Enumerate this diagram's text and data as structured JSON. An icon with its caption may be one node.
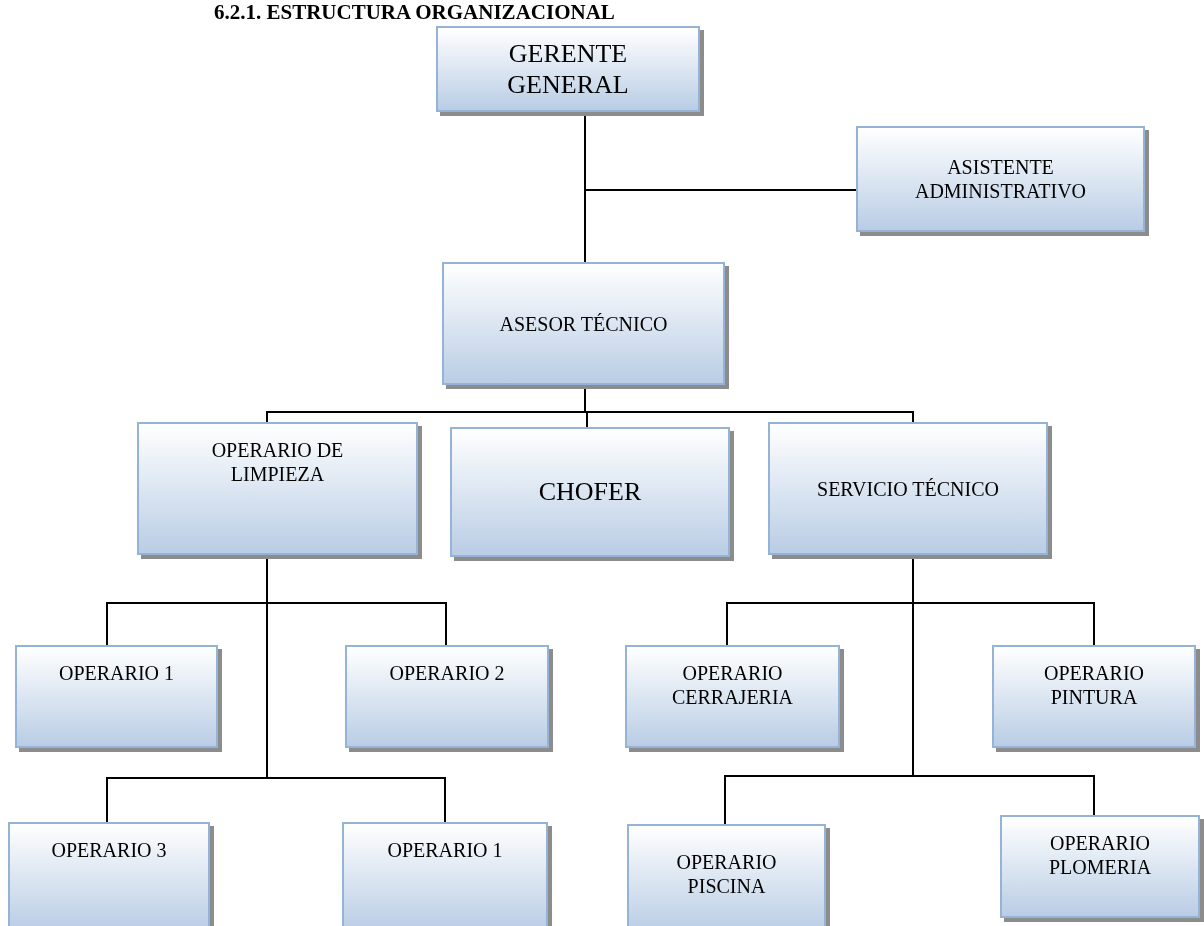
{
  "diagram": {
    "title": "6.2.1. ESTRUCTURA ORGANIZACIONAL",
    "nodes": [
      {
        "text": [
          "GERENTE GENERAL"
        ]
      },
      {
        "text": [
          "ASISTENTE ADMINISTRATIVO"
        ]
      },
      {
        "text": [
          "ASESOR TÉCNICO"
        ]
      },
      {
        "text": [
          "OPERARIO DE LIMPIEZA"
        ]
      },
      {
        "text": [
          "CHOFER"
        ]
      },
      {
        "text": [
          "SERVICIO TÉCNICO"
        ]
      },
      {
        "text": [
          "OPERARIO 1"
        ]
      },
      {
        "text": [
          "OPERARIO 2"
        ]
      },
      {
        "text": [
          "OPERARIO CERRAJERIA"
        ]
      },
      {
        "text": [
          "OPERARIO PINTURA"
        ]
      },
      {
        "text": [
          "OPERARIO 3"
        ]
      },
      {
        "text": [
          "OPERARIO 1"
        ]
      },
      {
        "text": [
          "OPERARIO PISCINA"
        ]
      },
      {
        "text": [
          "OPERARIO PLOMERIA"
        ]
      }
    ],
    "edges": [
      {
        "from": 0,
        "to": 1,
        "arrow": "none"
      },
      {
        "from": 0,
        "to": 2,
        "arrow": "none"
      },
      {
        "from": 2,
        "to": 3,
        "arrow": "none"
      },
      {
        "from": 2,
        "to": 4,
        "arrow": "none"
      },
      {
        "from": 2,
        "to": 5,
        "arrow": "none"
      },
      {
        "from": 3,
        "to": 6,
        "arrow": "none"
      },
      {
        "from": 3,
        "to": 7,
        "arrow": "none"
      },
      {
        "from": 3,
        "to": 10,
        "arrow": "none"
      },
      {
        "from": 3,
        "to": 11,
        "arrow": "none"
      },
      {
        "from": 5,
        "to": 8,
        "arrow": "none"
      },
      {
        "from": 5,
        "to": 9,
        "arrow": "none"
      },
      {
        "from": 5,
        "to": 12,
        "arrow": "none"
      },
      {
        "from": 5,
        "to": 13,
        "arrow": "none"
      }
    ]
  }
}
